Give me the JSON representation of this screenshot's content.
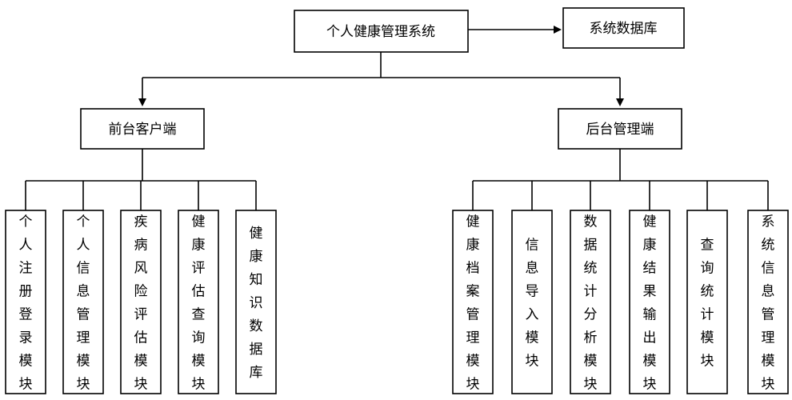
{
  "root": {
    "label": "个人健康管理系统"
  },
  "database": {
    "label": "系统数据库"
  },
  "frontend": {
    "label": "前台客户端",
    "modules": [
      {
        "label": "个人注册登录模块"
      },
      {
        "label": "个人信息管理模块"
      },
      {
        "label": "疾病风险评估模块"
      },
      {
        "label": "健康评估查询模块"
      },
      {
        "label": "健康知识数据库"
      }
    ]
  },
  "backend": {
    "label": "后台管理端",
    "modules": [
      {
        "label": "健康档案管理模块"
      },
      {
        "label": "信息导入模块"
      },
      {
        "label": "数据统计分析模块"
      },
      {
        "label": "健康结果输出模块"
      },
      {
        "label": "查询统计模块"
      },
      {
        "label": "系统信息管理模块"
      }
    ]
  }
}
